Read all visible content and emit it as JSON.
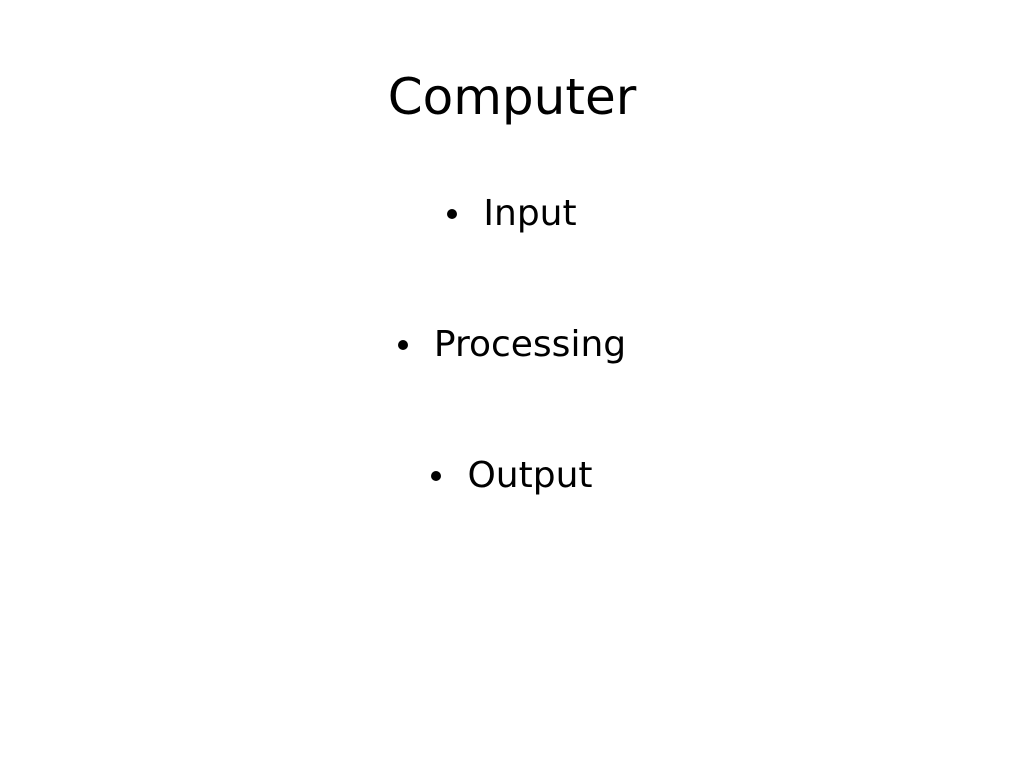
{
  "slide": {
    "title": "Computer",
    "bullets": [
      {
        "text": "Input"
      },
      {
        "text": "Processing"
      },
      {
        "text": "Output"
      }
    ]
  },
  "colors": {
    "background": "#ffffff",
    "text": "#000000"
  }
}
